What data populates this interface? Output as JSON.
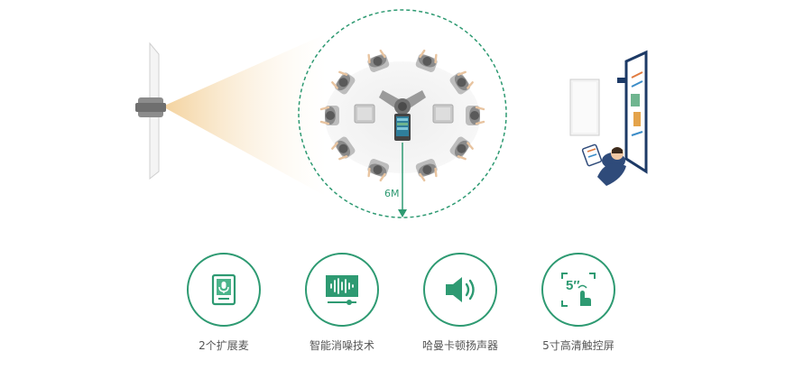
{
  "diagram": {
    "distance_label": "6M",
    "colors": {
      "accent": "#2e9a72",
      "accent_light": "#4cb48b",
      "table": "#e9e9e9",
      "beam": "#f5d9a8"
    }
  },
  "features": [
    {
      "label": "2个扩展麦",
      "icon": "expansion-mic-icon"
    },
    {
      "label": "智能消噪技术",
      "icon": "noise-reduction-icon"
    },
    {
      "label": "哈曼卡顿扬声器",
      "icon": "speaker-icon"
    },
    {
      "label": "5寸高清触控屏",
      "icon": "touchscreen-icon"
    }
  ],
  "touch_icon_text": "5″"
}
